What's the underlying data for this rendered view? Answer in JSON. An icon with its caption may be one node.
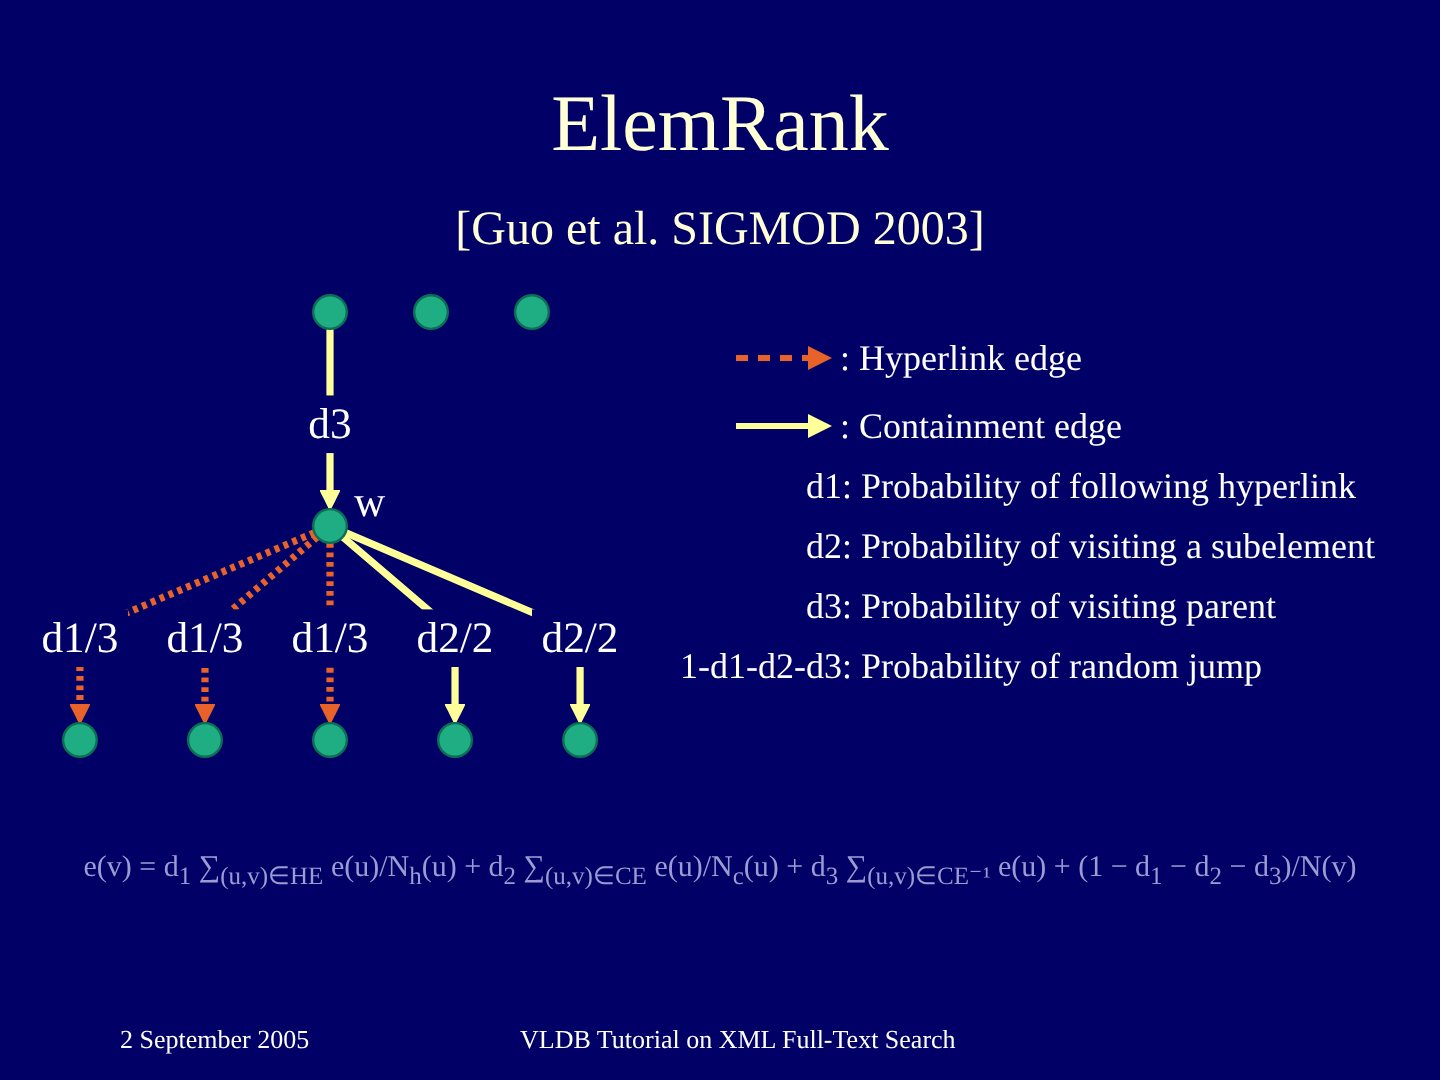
{
  "diagram": {
    "title": "ElemRank",
    "nodes": [
      {
        "text": [],
        "shape": "circle"
      },
      {
        "text": [],
        "shape": "circle"
      },
      {
        "text": [],
        "shape": "circle"
      },
      {
        "text": [],
        "shape": "circle",
        "beside": [
          "w"
        ]
      },
      {
        "text": [],
        "shape": "circle"
      },
      {
        "text": [],
        "shape": "circle"
      },
      {
        "text": [],
        "shape": "circle"
      },
      {
        "text": [],
        "shape": "circle"
      },
      {
        "text": [],
        "shape": "circle"
      }
    ],
    "edges": [
      {
        "from": 0,
        "to": 3,
        "arrow": "to",
        "label": "d3",
        "color": "#ffff99"
      },
      {
        "from": 3,
        "to": 1,
        "arrow": "to",
        "label": "d1/3",
        "style": "dashed",
        "color": "#e8622a"
      },
      {
        "from": 3,
        "to": 4,
        "arrow": "to",
        "label": "d1/3",
        "style": "dashed",
        "color": "#e8622a"
      },
      {
        "from": 3,
        "to": 6,
        "arrow": "to",
        "label": "d1/3",
        "style": "dashed",
        "color": "#e8622a"
      },
      {
        "from": 3,
        "to": 7,
        "arrow": "to",
        "label": "d2/2",
        "color": "#ffff99"
      },
      {
        "from": 3,
        "to": 8,
        "arrow": "to",
        "label": "d2/2",
        "color": "#ffff99"
      }
    ],
    "labels": [
      "[Guo et al. SIGMOD 2003]",
      "d1: Probability of following hyperlink",
      "d2: Probability of visiting a subelement",
      "d3: Probability of visiting parent",
      "1-d1-d2-d3: Probability of random jump",
      "e(v) = d$_{1}$ ∑$_{(u,v)∈HE}$ e(u)/N$_{h}$(u) + d$_{2}$ ∑$_{(u,v)∈CE}$ e(u)/N$_{c}$(u) + d$_{3}$ ∑$_{(u,v)∈CE⁻¹}$ e(u) + (1 − d$_{1}$ − d$_{2}$ − d$_{3}$)/N(v)",
      "2 September 2005",
      "VLDB Tutorial on XML Full-Text Search"
    ],
    "legend": [
      {
        "text": ": Hyperlink edge"
      },
      {
        "text": ": Containment edge"
      }
    ]
  }
}
